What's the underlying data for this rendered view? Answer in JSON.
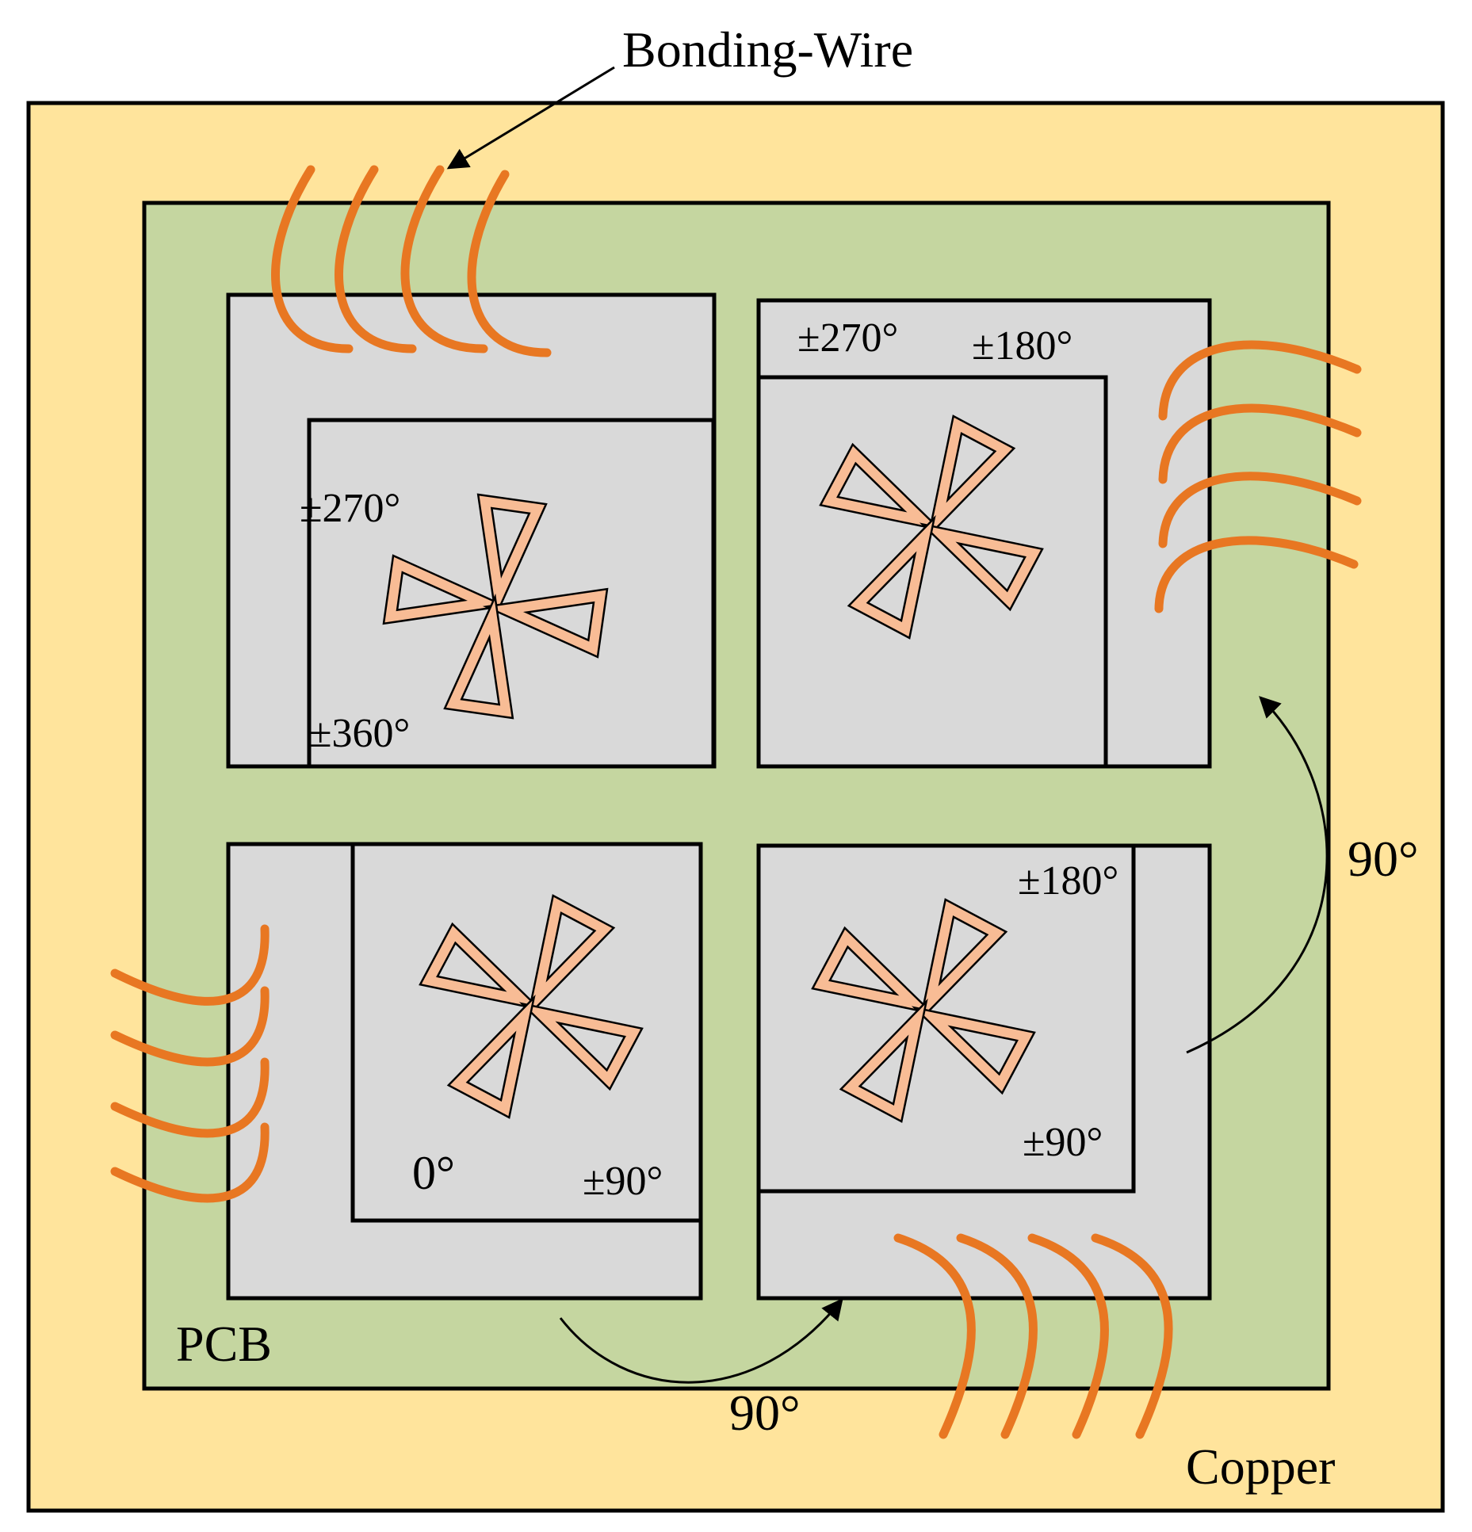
{
  "colors": {
    "copper": "#FFE49C",
    "pcb": "#C5D6A0",
    "chip": "#D9D9D9",
    "antenna_fill": "#F8BC95",
    "wire": "#E87722",
    "outline": "#000000"
  },
  "labels": {
    "bonding_wire": "Bonding-Wire",
    "pcb": "PCB",
    "copper": "Copper",
    "rotation_bottom": "90°",
    "rotation_right": "90°"
  },
  "elements": {
    "top_left": {
      "angles": [
        "±270°",
        "±360°"
      ]
    },
    "top_right": {
      "angles": [
        "±270°",
        "±180°"
      ]
    },
    "bottom_left": {
      "angles": [
        "0°",
        "±90°"
      ]
    },
    "bottom_right": {
      "angles": [
        "±180°",
        "±90°"
      ]
    }
  }
}
